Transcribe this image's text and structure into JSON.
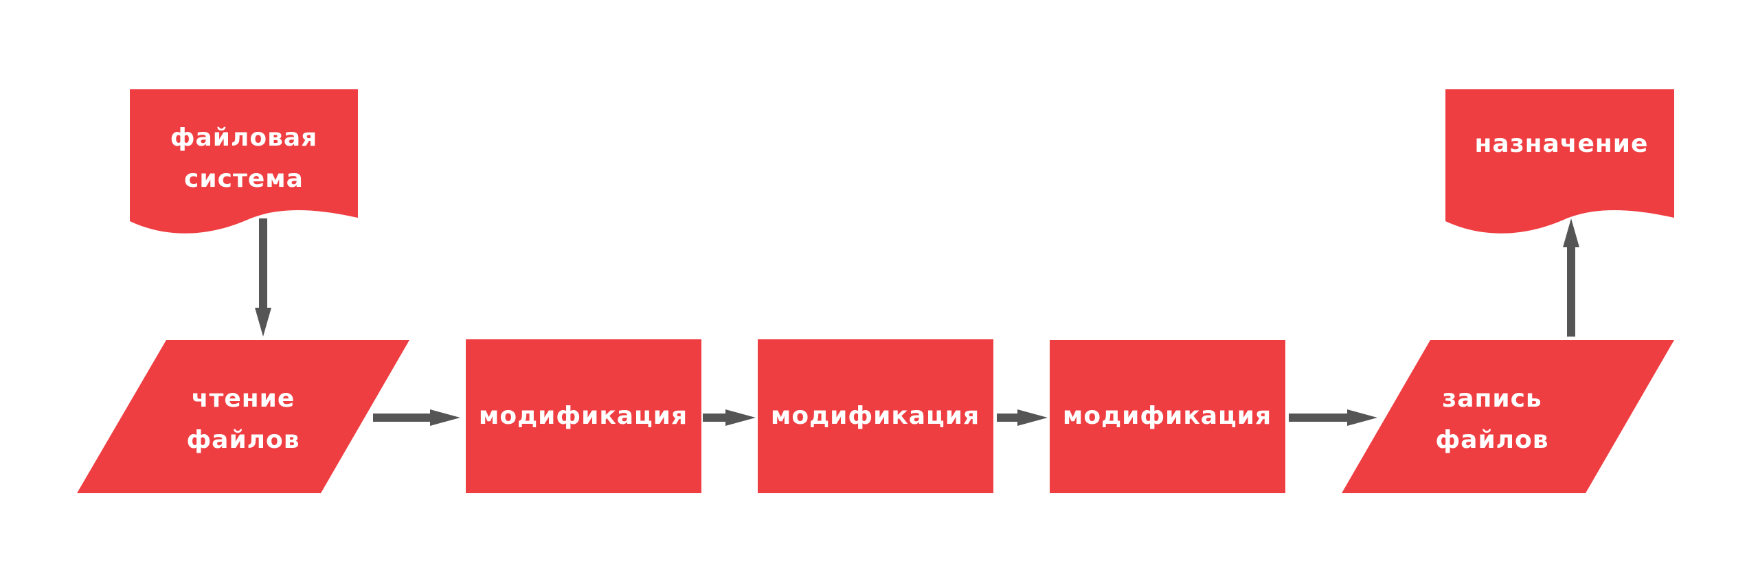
{
  "colors": {
    "node_fill": "#ef3e42",
    "node_text": "#ffffff",
    "arrow": "#555555",
    "background": "#ffffff"
  },
  "nodes": {
    "source_document": {
      "shape": "document",
      "lines": [
        "файловая",
        "система"
      ]
    },
    "read_files": {
      "shape": "parallelogram",
      "lines": [
        "чтение",
        "файлов"
      ]
    },
    "modification_1": {
      "shape": "rectangle",
      "lines": [
        "модификация"
      ]
    },
    "modification_2": {
      "shape": "rectangle",
      "lines": [
        "модификация"
      ]
    },
    "modification_3": {
      "shape": "rectangle",
      "lines": [
        "модификация"
      ]
    },
    "write_files": {
      "shape": "parallelogram",
      "lines": [
        "запись",
        "файлов"
      ]
    },
    "destination_document": {
      "shape": "document",
      "lines": [
        "назначение"
      ]
    }
  },
  "edges": [
    {
      "from": "source_document",
      "to": "read_files"
    },
    {
      "from": "read_files",
      "to": "modification_1"
    },
    {
      "from": "modification_1",
      "to": "modification_2"
    },
    {
      "from": "modification_2",
      "to": "modification_3"
    },
    {
      "from": "modification_3",
      "to": "write_files"
    },
    {
      "from": "write_files",
      "to": "destination_document"
    }
  ]
}
